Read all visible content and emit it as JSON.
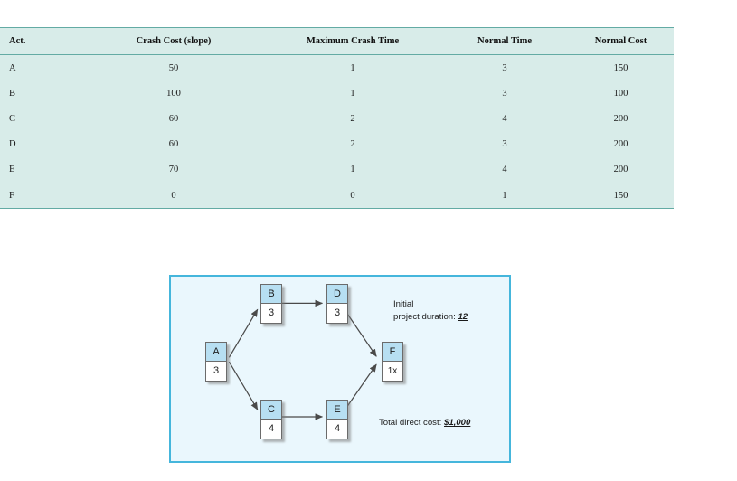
{
  "table": {
    "name": "activity-crash-table",
    "headers": [
      "Act.",
      "Crash Cost (slope)",
      "Maximum Crash Time",
      "Normal Time",
      "Normal Cost"
    ],
    "rows": [
      {
        "act": "A",
        "crash_cost": "50",
        "max_crash_time": "1",
        "normal_time": "3",
        "normal_cost": "150"
      },
      {
        "act": "B",
        "crash_cost": "100",
        "max_crash_time": "1",
        "normal_time": "3",
        "normal_cost": "100"
      },
      {
        "act": "C",
        "crash_cost": "60",
        "max_crash_time": "2",
        "normal_time": "4",
        "normal_cost": "200"
      },
      {
        "act": "D",
        "crash_cost": "60",
        "max_crash_time": "2",
        "normal_time": "3",
        "normal_cost": "200"
      },
      {
        "act": "E",
        "crash_cost": "70",
        "max_crash_time": "1",
        "normal_time": "4",
        "normal_cost": "200"
      },
      {
        "act": "F",
        "crash_cost": "0",
        "max_crash_time": "0",
        "normal_time": "1",
        "normal_cost": "150"
      }
    ]
  },
  "network": {
    "panel_bg": "#EAF7FD",
    "panel_border": "#45B6DC",
    "node_header_color": "#B7DFF2",
    "arrow_color": "#4A4A4A",
    "nodes": [
      {
        "id": "A",
        "label": "A",
        "duration": "3"
      },
      {
        "id": "B",
        "label": "B",
        "duration": "3"
      },
      {
        "id": "C",
        "label": "C",
        "duration": "4"
      },
      {
        "id": "D",
        "label": "D",
        "duration": "3"
      },
      {
        "id": "E",
        "label": "E",
        "duration": "4"
      },
      {
        "id": "F",
        "label": "F",
        "duration": "1x"
      }
    ],
    "edges": [
      {
        "from": "A",
        "to": "B"
      },
      {
        "from": "A",
        "to": "C"
      },
      {
        "from": "B",
        "to": "D"
      },
      {
        "from": "C",
        "to": "E"
      },
      {
        "from": "D",
        "to": "F"
      },
      {
        "from": "E",
        "to": "F"
      }
    ],
    "annotations": {
      "duration_line1": "Initial",
      "duration_line2": "project duration:",
      "duration_value": "12",
      "cost_label": "Total direct cost:",
      "cost_value": "$1,000"
    }
  }
}
